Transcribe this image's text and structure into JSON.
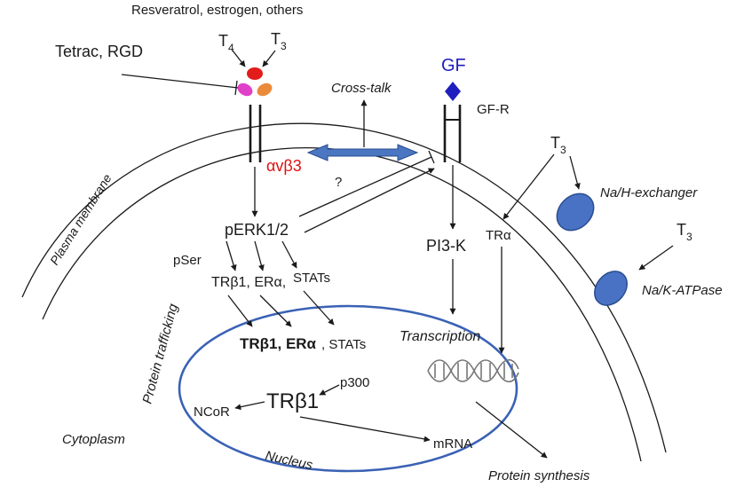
{
  "labels": {
    "ligands_top": "Resveratrol,  estrogen, others",
    "tetrac_rgd": "Tetrac, RGD",
    "t4": "T",
    "t4_sub": "4",
    "t3": "T",
    "t3_sub": "3",
    "cross_talk": "Cross-talk",
    "gf": "GF",
    "gf_r": "GF-R",
    "integrin": "αvβ3",
    "question": "?",
    "perk": "pERK1/2",
    "pser": "pSer",
    "cyto_factors_tr": "TRβ1, ERα,",
    "cyto_factors_stats": "STATs",
    "nuclear_factors_bold": "TRβ1, ERα",
    "nuclear_factors_stats": ", STATs",
    "pi3k": "PI3-K",
    "tr_alpha": "TRα",
    "t3_right": "T",
    "t3_right_sub": "3",
    "na_h": "Na/H-exchanger",
    "t3_far": "T",
    "t3_far_sub": "3",
    "na_k": "Na/K-ATPase",
    "plasma_membrane": "Plasma membrane",
    "protein_trafficking": "Protein trafficking",
    "transcription": "Transcription",
    "p300": "p300",
    "trb1": "TRβ1",
    "ncor": "NCoR",
    "mrna": "mRNA",
    "cytoplasm": "Cytoplasm",
    "nucleus": "Nucleus",
    "protein_synthesis": "Protein synthesis"
  },
  "colors": {
    "red_label": "#e01010",
    "gf_blue": "#1f1fbf",
    "nucleus_blue": "#3a62b5",
    "channel_fill": "#4a72c4",
    "channel_stroke": "#2a4d8f",
    "double_arrow_fill": "#4a76c2",
    "ligand_red": "#e21b1b",
    "ligand_magenta": "#e040c8",
    "ligand_orange": "#ec8a3c"
  }
}
